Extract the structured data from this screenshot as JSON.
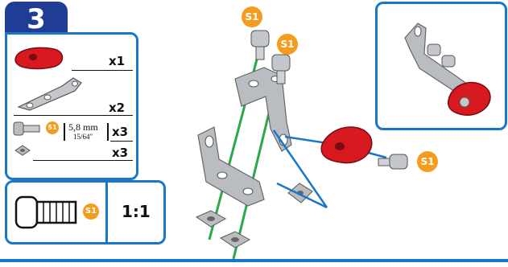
{
  "step": {
    "number": "3"
  },
  "parts": [
    {
      "name": "red-nut-piece",
      "qty": "x1"
    },
    {
      "name": "angle-bracket",
      "qty": "x2"
    },
    {
      "name": "screw-s1",
      "qty": "x3",
      "badge": "S1",
      "size": "5,8 mm",
      "size_inch": "15/64\""
    },
    {
      "name": "square-nut",
      "qty": "x3"
    }
  ],
  "scale": {
    "badge": "S1",
    "ratio": "1:1"
  },
  "diagram": {
    "screw_labels": [
      "S1",
      "S1",
      "S1"
    ]
  },
  "colors": {
    "accent_blue": "#1877c9",
    "step_blue": "#1f3d94",
    "badge_orange": "#f39c1e",
    "part_red": "#d71a20",
    "guide_green": "#2aa84a",
    "metal": "#b9bcc0"
  }
}
